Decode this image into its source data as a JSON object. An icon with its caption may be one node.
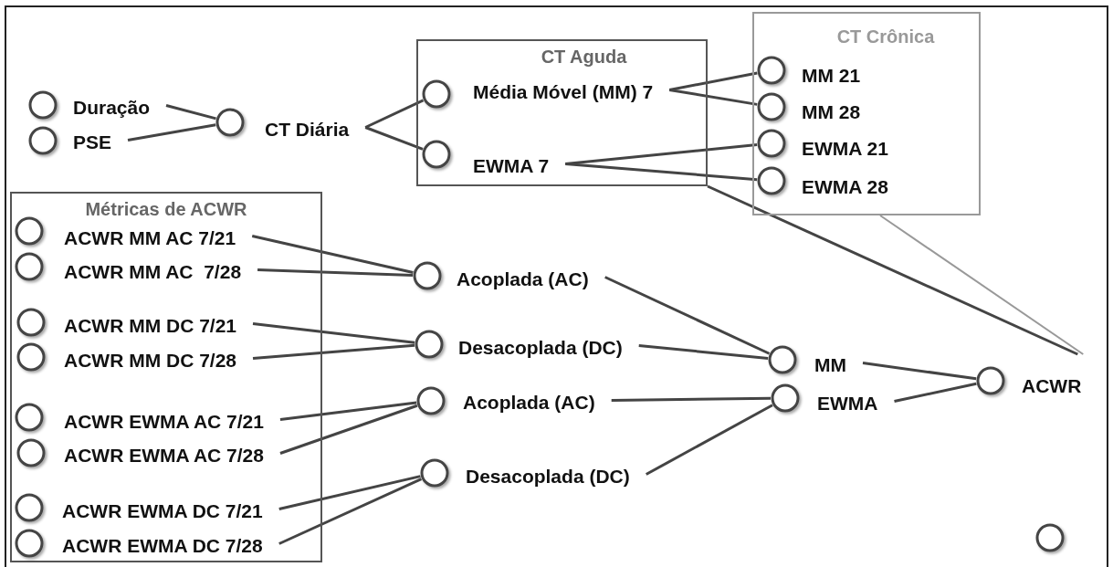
{
  "diagram": {
    "nodes": [
      {
        "text": [
          "Duração"
        ]
      },
      {
        "text": [
          "PSE"
        ]
      },
      {
        "text": [
          "CT Diária"
        ]
      },
      {
        "text": [
          "CT Aguda"
        ]
      },
      {
        "text": [
          "Média Móvel (MM) 7"
        ],
        "in": 3
      },
      {
        "text": [
          "EWMA 7"
        ],
        "in": 3
      },
      {
        "text": [
          "CT Crônica"
        ]
      },
      {
        "text": [
          "MM 21"
        ],
        "in": 6
      },
      {
        "text": [
          "MM 28"
        ],
        "in": 6
      },
      {
        "text": [
          "EWMA 21"
        ],
        "in": 6
      },
      {
        "text": [
          "EWMA 28"
        ],
        "in": 6
      },
      {
        "text": [
          "Métricas de ACWR"
        ]
      },
      {
        "text": [
          "ACWR MM AC 7/21"
        ],
        "in": 11
      },
      {
        "text": [
          "ACWR MM AC  7/28"
        ],
        "in": 11
      },
      {
        "text": [
          "ACWR MM DC 7/21"
        ],
        "in": 11
      },
      {
        "text": [
          "ACWR MM DC 7/28"
        ],
        "in": 11
      },
      {
        "text": [
          "ACWR EWMA AC 7/21"
        ],
        "in": 11
      },
      {
        "text": [
          "ACWR EWMA AC 7/28"
        ],
        "in": 11
      },
      {
        "text": [
          "ACWR EWMA DC 7/21"
        ],
        "in": 11
      },
      {
        "text": [
          "ACWR EWMA DC 7/28"
        ],
        "in": 11
      },
      {
        "text": [
          "Acoplada (AC)"
        ]
      },
      {
        "text": [
          "Desacoplada (DC)"
        ]
      },
      {
        "text": [
          "Acoplada (AC)"
        ]
      },
      {
        "text": [
          "Desacoplada (DC)"
        ]
      },
      {
        "text": [
          "MM"
        ]
      },
      {
        "text": [
          "EWMA"
        ]
      },
      {
        "text": [
          "ACWR"
        ]
      },
      {
        "text": [],
        "shape": "circle"
      }
    ],
    "edges": [
      {
        "from": 0,
        "to": 2,
        "arrow": "none"
      },
      {
        "from": 1,
        "to": 2,
        "arrow": "none"
      },
      {
        "from": 2,
        "to": 4,
        "arrow": "none"
      },
      {
        "from": 2,
        "to": 5,
        "arrow": "none"
      },
      {
        "from": 4,
        "to": 7,
        "arrow": "none"
      },
      {
        "from": 4,
        "to": 8,
        "arrow": "none"
      },
      {
        "from": 5,
        "to": 9,
        "arrow": "none"
      },
      {
        "from": 5,
        "to": 10,
        "arrow": "none"
      },
      {
        "from": 12,
        "to": 20,
        "arrow": "none"
      },
      {
        "from": 13,
        "to": 20,
        "arrow": "none"
      },
      {
        "from": 14,
        "to": 21,
        "arrow": "none"
      },
      {
        "from": 15,
        "to": 21,
        "arrow": "none"
      },
      {
        "from": 16,
        "to": 22,
        "arrow": "none"
      },
      {
        "from": 17,
        "to": 22,
        "arrow": "none"
      },
      {
        "from": 18,
        "to": 23,
        "arrow": "none"
      },
      {
        "from": 19,
        "to": 23,
        "arrow": "none"
      },
      {
        "from": 20,
        "to": 24,
        "arrow": "none"
      },
      {
        "from": 21,
        "to": 24,
        "arrow": "none"
      },
      {
        "from": 22,
        "to": 25,
        "arrow": "none"
      },
      {
        "from": 23,
        "to": 25,
        "arrow": "none"
      },
      {
        "from": 24,
        "to": 26,
        "arrow": "none"
      },
      {
        "from": 25,
        "to": 26,
        "arrow": "none"
      },
      {
        "from": 3,
        "to": 26,
        "arrow": "none"
      },
      {
        "from": 6,
        "to": 26,
        "arrow": "none",
        "color": "#999999"
      }
    ]
  }
}
